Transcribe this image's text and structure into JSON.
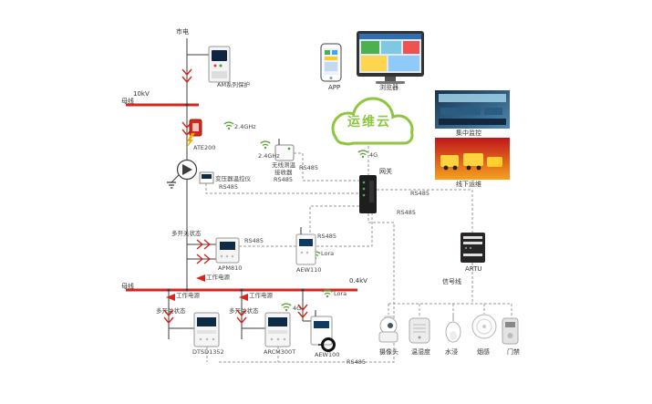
{
  "colors": {
    "bus": "#d8261c",
    "cloud": "#8dc63f",
    "wireless": "#5aa43c",
    "line": "#3c3c3c"
  },
  "incoming": {
    "mains": "市电",
    "protection": "AM系列保护",
    "voltage": "10kV",
    "busbar": "母线"
  },
  "hv_bay": {
    "wireless_1": "2.4GHz",
    "sensor": "ATE200",
    "wireless_2": "2.4GHz",
    "receiver_name_1": "无线测温",
    "receiver_name_2": "接收器",
    "receiver_name_3": "RS485",
    "receiver_bus": "RS485",
    "controller_name": "变压器温控仪",
    "controller_bus": "RS485"
  },
  "cloud": {
    "label": "运维云"
  },
  "clients": {
    "app": "APP",
    "browser": "浏览器",
    "central_monitoring": "集中监控",
    "field_ops": "线下运维"
  },
  "gateway": {
    "label": "网关",
    "uplink": "4G",
    "rs485_right": "RS485",
    "rs485_down": "RS485"
  },
  "artu": {
    "label": "ARTU",
    "signal_line": "信号线"
  },
  "feeder": {
    "multi_switch": "多开关状态",
    "rs485_apm": "RS485",
    "apm": "APM810",
    "power": "工作电源",
    "rs485_aew": "RS485",
    "lora": "Lora",
    "aew": "AEW110",
    "voltage": "0.4kV",
    "busbar": "母线"
  },
  "lv": {
    "power_1": "工作电源",
    "power_2": "工作电源",
    "multi_switch_1": "多开关状态",
    "multi_switch_2": "多开关状态",
    "net": "4G",
    "lora": "Lora",
    "meter_main": "DTSD1352",
    "meter_fire": "ARCM300T",
    "meter_wireless": "AEW100",
    "rs485": "RS485"
  },
  "sensors": {
    "camera": "摄像头",
    "temp_humidity": "温湿度",
    "water_leak": "水浸",
    "smoke": "烟感",
    "door_access": "门禁"
  }
}
